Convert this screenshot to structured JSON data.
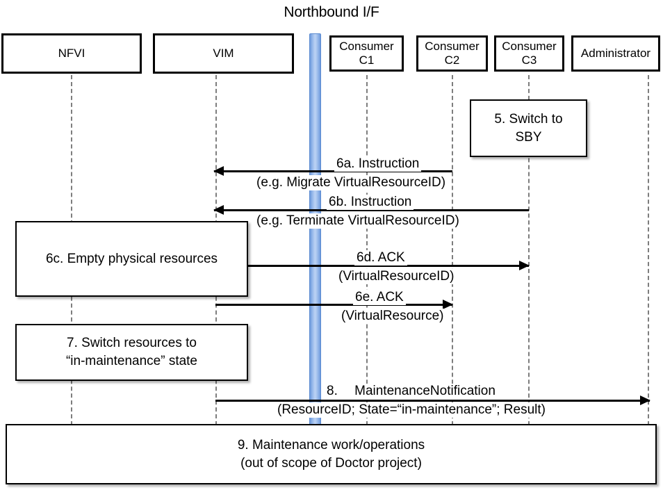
{
  "diagram": {
    "title": "Northbound I/F",
    "type": "uml-sequence-diagram"
  },
  "actors": [
    {
      "id": "nfvi",
      "label_line1": "NFVI",
      "label_line2": ""
    },
    {
      "id": "vim",
      "label_line1": "VIM",
      "label_line2": ""
    },
    {
      "id": "c1",
      "label_line1": "Consumer",
      "label_line2": "C1"
    },
    {
      "id": "c2",
      "label_line1": "Consumer",
      "label_line2": "C2"
    },
    {
      "id": "c3",
      "label_line1": "Consumer",
      "label_line2": "C3"
    },
    {
      "id": "admin",
      "label_line1": "Administrator",
      "label_line2": ""
    }
  ],
  "notes": [
    {
      "id": "note5",
      "line1": "5. Switch to",
      "line2": "SBY"
    },
    {
      "id": "note6c",
      "line1": "6c. Empty physical resources",
      "line2": ""
    },
    {
      "id": "note7",
      "line1": "7. Switch resources to",
      "line2": "“in-maintenance” state"
    },
    {
      "id": "note9",
      "line1": "9. Maintenance work/operations",
      "line2": "(out of scope of Doctor project)"
    }
  ],
  "messages": [
    {
      "id": "6a",
      "line1": "6a. Instruction",
      "line2": "(e.g. Migrate VirtualResourceID)",
      "from": "c2",
      "to": "vim",
      "direction": "left"
    },
    {
      "id": "6b",
      "line1": "6b. Instruction",
      "line2": "(e.g. Terminate VirtualResourceID)",
      "from": "c3",
      "to": "vim",
      "direction": "left"
    },
    {
      "id": "6d",
      "line1": "6d. ACK",
      "line2": "(VirtualResourceID)",
      "from": "vim",
      "to": "c3",
      "direction": "right"
    },
    {
      "id": "6e",
      "line1": "6e. ACK",
      "line2": "(VirtualResource)",
      "from": "vim",
      "to": "c2",
      "direction": "right"
    },
    {
      "id": "8",
      "line1": "8.  MaintenanceNotification",
      "line2": "(ResourceID; State=“in-maintenance”; Result)",
      "from": "vim",
      "to": "admin",
      "direction": "right"
    }
  ],
  "colors": {
    "northbound_bar": "#9dbdec",
    "northbound_bar_edge": "#5a8ad0",
    "lifeline": "#7d7d7d",
    "box_border": "#000000",
    "background": "#ffffff"
  }
}
